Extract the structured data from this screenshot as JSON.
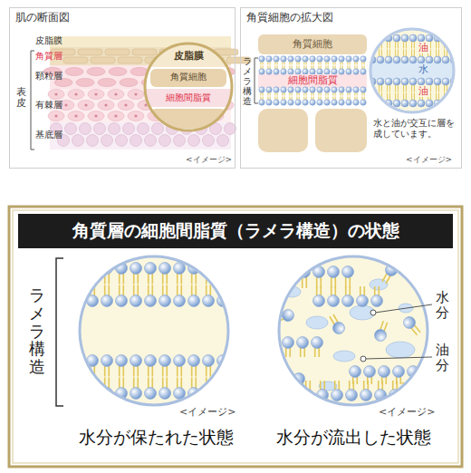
{
  "diagram": {
    "title": "角質層の細胞間脂質（ラメラ構造）の状態",
    "nodes": [
      {
        "text": [
          "肌の断面図"
        ]
      },
      {
        "text": [
          "皮脂膜",
          "角質細胞",
          "細胞間脂質"
        ],
        "in": 0
      },
      {
        "text": [
          "角質細胞の拡大図"
        ]
      },
      {
        "text": [
          "油",
          "水",
          "油"
        ],
        "in": 2
      }
    ],
    "labels": [
      "皮脂膜",
      "角質層",
      "顆粒層",
      "有棘層",
      "基底層",
      "表皮",
      "<イメージ>",
      "角質細胞",
      "細胞間脂質",
      "ラメラ構造",
      "水と油が交互に層を成しています。",
      "<イメージ>",
      "ラメラ構造",
      "水分",
      "油分",
      "<イメージ>",
      "<イメージ>",
      "水分が保たれた状態",
      "水分が流出した状態"
    ]
  }
}
